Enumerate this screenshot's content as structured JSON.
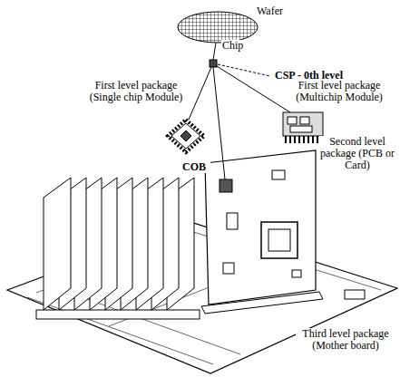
{
  "diagram": {
    "labels": [
      "Wafer",
      "Chip",
      "CSP - 0th level",
      "First level package (Single chip Module)",
      "First level package (Multichip Module)",
      "COB",
      "Second level package (PCB or Card)",
      "Third level package (Mother board)"
    ]
  }
}
